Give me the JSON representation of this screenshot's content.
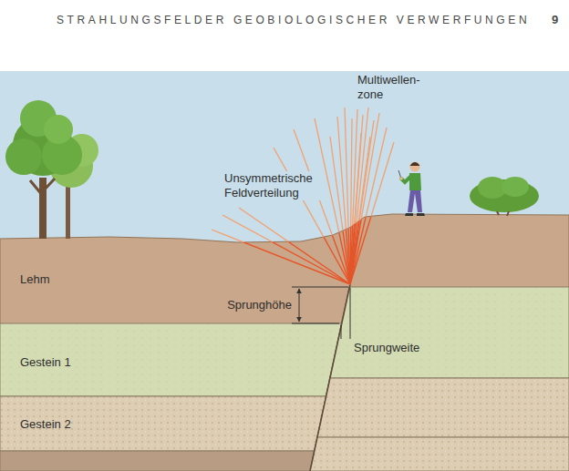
{
  "diagram": {
    "title": "STRAHLUNGSFELDER GEOBIOLOGISCHER VERWERFUNGEN",
    "labels": [
      "9",
      "Multiwellen- zone",
      "Unsymmetrische Feldverteilung",
      "Lehm",
      "Sprunghöhe",
      "Sprungweite",
      "Gestein 1",
      "Gestein 2"
    ]
  }
}
